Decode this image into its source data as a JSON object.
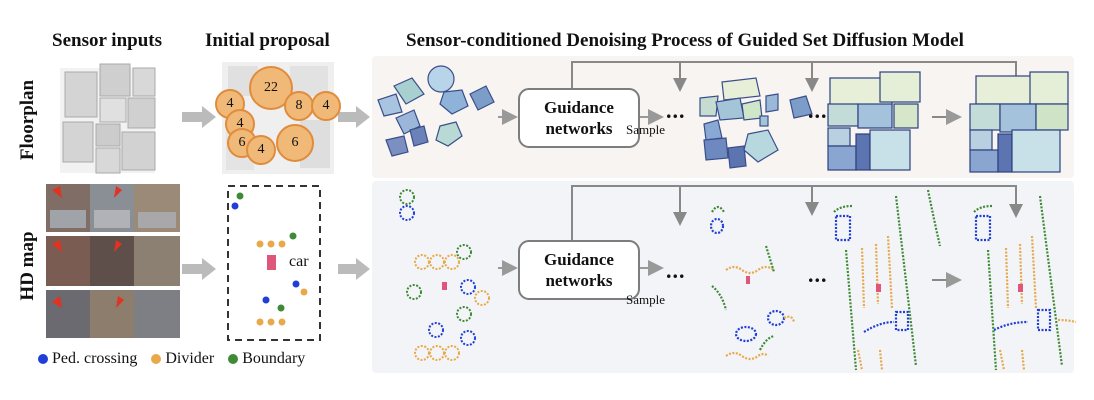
{
  "headers": {
    "sensor_inputs": "Sensor inputs",
    "initial_proposal": "Initial proposal",
    "process": "Sensor-conditioned Denoising Process of Guided Set Diffusion Model"
  },
  "rows": {
    "floorplan": "Floorplan",
    "hdmap": "HD map"
  },
  "guidance": {
    "line1": "Guidance",
    "line2": "networks"
  },
  "sample_label": "Sample",
  "ellipsis": "...",
  "proposal_numbers": [
    "22",
    "4",
    "8",
    "4",
    "4",
    "6",
    "4",
    "6"
  ],
  "car_label": "car",
  "legend": [
    {
      "label": "Ped. crossing",
      "color": "#1f3fd6"
    },
    {
      "label": "Divider",
      "color": "#e8a94a"
    },
    {
      "label": "Boundary",
      "color": "#3f8a36"
    }
  ],
  "colors": {
    "floor_panel": "#f8f4f1",
    "map_panel": "#f2f4f7",
    "arrow": "#999999",
    "proposal_circle": "#e8a458",
    "ped_crossing": "#1f3fd6",
    "divider": "#e8a94a",
    "boundary": "#3f8a36",
    "vehicle": "#e0557a"
  }
}
